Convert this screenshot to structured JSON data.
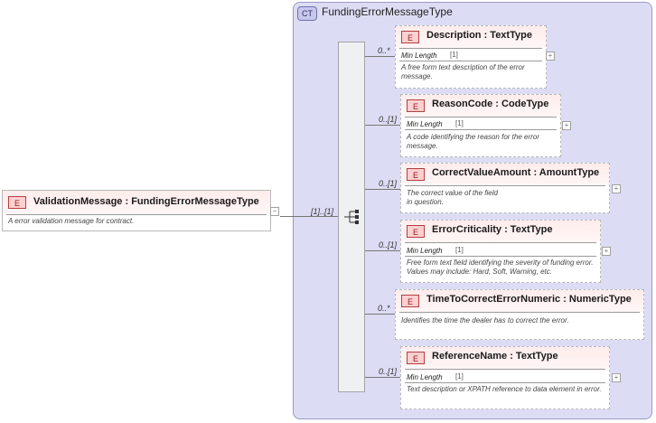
{
  "complex_type": {
    "badge": "CT",
    "name": "FundingErrorMessageType"
  },
  "root": {
    "badge": "E",
    "name": "ValidationMessage : FundingErrorMessageType",
    "description": "A error validation message for contract.",
    "collapse_symbol": "−",
    "cardinality": "[1]..[1]"
  },
  "children": [
    {
      "badge": "E",
      "name": "Description : TextType",
      "cardinality": "0..*",
      "facet_label": "Min Length",
      "facet_value": "[1]",
      "description": "A free form text description of the error message."
    },
    {
      "badge": "E",
      "name": "ReasonCode : CodeType",
      "cardinality": "0..[1]",
      "facet_label": "Min Length",
      "facet_value": "[1]",
      "description": "A code identifying the reason for the error message."
    },
    {
      "badge": "E",
      "name": "CorrectValueAmount : AmountType",
      "cardinality": "0..[1]",
      "description": "The correct value of the field in question."
    },
    {
      "badge": "E",
      "name": "ErrorCriticality : TextType",
      "cardinality": "0..[1]",
      "facet_label": "Min Length",
      "facet_value": "[1]",
      "description": "Free form text field identifying the severity of funding error. Values may include: Hard, Soft, Warning, etc."
    },
    {
      "badge": "E",
      "name": "TimeToCorrectErrorNumeric : NumericType",
      "cardinality": "0..*",
      "description": "Identifies the time the dealer has to correct the error."
    },
    {
      "badge": "E",
      "name": "ReferenceName : TextType",
      "cardinality": "0..[1]",
      "facet_label": "Min Length",
      "facet_value": "[1]",
      "description": "Text description or XPATH reference to data element in error."
    }
  ],
  "expand_symbol": "+"
}
